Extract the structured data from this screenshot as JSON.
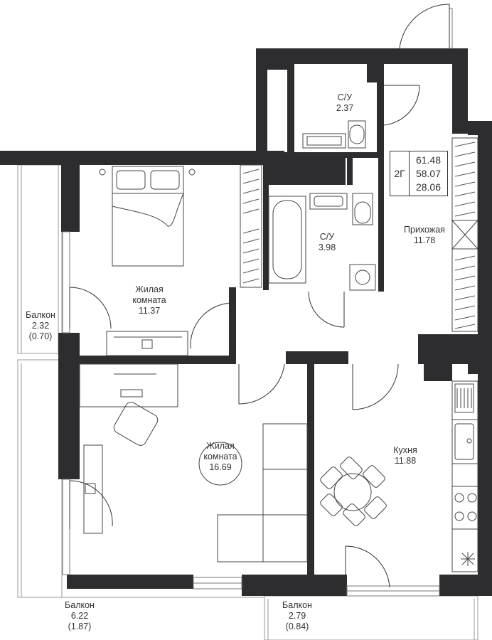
{
  "rooms": {
    "wc_small": {
      "name": "С/У",
      "area": "2.37"
    },
    "wc_bath": {
      "name": "С/У",
      "area": "3.98"
    },
    "bedroom": {
      "name_line1": "Жилая",
      "name_line2": "комната",
      "area": "11.37"
    },
    "living": {
      "name_line1": "Жилая",
      "name_line2": "комната",
      "area": "16.69"
    },
    "hall": {
      "name": "Прихожая",
      "area": "11.78"
    },
    "kitchen": {
      "name": "Кухня",
      "area": "11.88"
    },
    "balcony_top": {
      "name": "Балкон",
      "area": "2.32",
      "reduced": "(0.70)"
    },
    "balcony_left": {
      "name": "Балкон",
      "area": "6.22",
      "reduced": "(1.87)"
    },
    "balcony_bottom": {
      "name": "Балкон",
      "area": "2.79",
      "reduced": "(0.84)"
    }
  },
  "summary": {
    "type": "2Г",
    "total_area": "61.48",
    "living_total": "58.07",
    "living_area": "28.06"
  },
  "colors": {
    "wall": "#2d2d2f",
    "line": "#333333",
    "light": "#9a9a9a"
  }
}
